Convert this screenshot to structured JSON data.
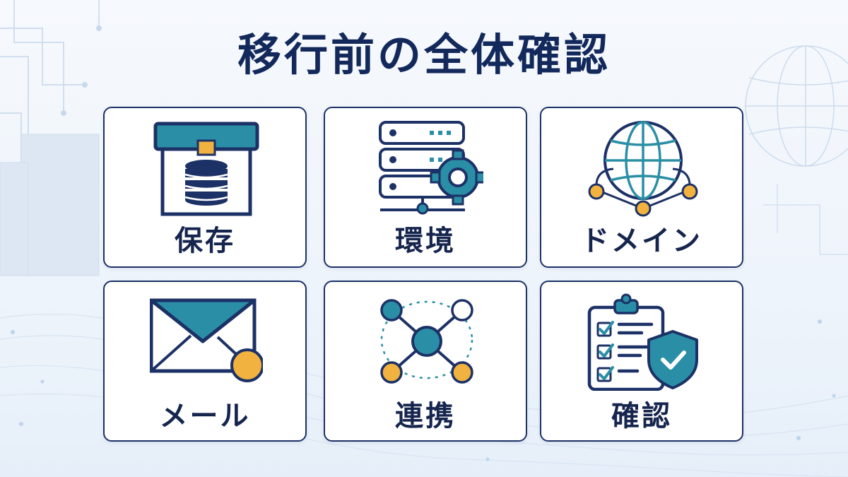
{
  "title": "移行前の全体確認",
  "cards": [
    {
      "label": "保存",
      "icon": "database-box-icon"
    },
    {
      "label": "環境",
      "icon": "server-gear-icon"
    },
    {
      "label": "ドメイン",
      "icon": "globe-network-icon"
    },
    {
      "label": "メール",
      "icon": "mail-envelope-icon"
    },
    {
      "label": "連携",
      "icon": "network-nodes-icon"
    },
    {
      "label": "確認",
      "icon": "checklist-shield-icon"
    }
  ],
  "colors": {
    "navy": "#1c3166",
    "teal": "#2a8fa6",
    "orange": "#f1b23f",
    "text": "#15254d"
  }
}
